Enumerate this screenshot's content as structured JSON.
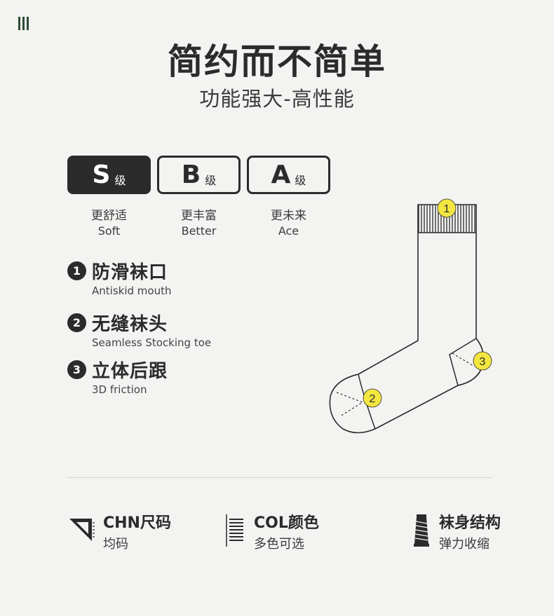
{
  "header": {
    "title": "简约而不简单",
    "subtitle": "功能强大-高性能"
  },
  "grades": [
    {
      "letter": "S",
      "suffix": "级",
      "cn": "更舒适",
      "en": "Soft",
      "active": true
    },
    {
      "letter": "B",
      "suffix": "级",
      "cn": "更丰富",
      "en": "Better",
      "active": false
    },
    {
      "letter": "A",
      "suffix": "级",
      "cn": "更未来",
      "en": "Ace",
      "active": false
    }
  ],
  "features": [
    {
      "num": "1",
      "title": "防滑袜口",
      "sub": "Antiskid mouth"
    },
    {
      "num": "2",
      "title": "无缝袜头",
      "sub": "Seamless Stocking toe"
    },
    {
      "num": "3",
      "title": "立体后跟",
      "sub": "3D friction"
    }
  ],
  "sock_markers": [
    "1",
    "2",
    "3"
  ],
  "specs": [
    {
      "icon": "ruler-triangle-icon",
      "title": "CHN尺码",
      "sub": "均码"
    },
    {
      "icon": "color-swatch-icon",
      "title": "COL颜色",
      "sub": "多色可选"
    },
    {
      "icon": "yarn-spool-icon",
      "title": "袜身结构",
      "sub": "弹力收缩"
    }
  ],
  "colors": {
    "background": "#f3f3f2",
    "dark": "#2b2b2b",
    "marker": "#f2e640",
    "brand": "#2f4a32"
  }
}
